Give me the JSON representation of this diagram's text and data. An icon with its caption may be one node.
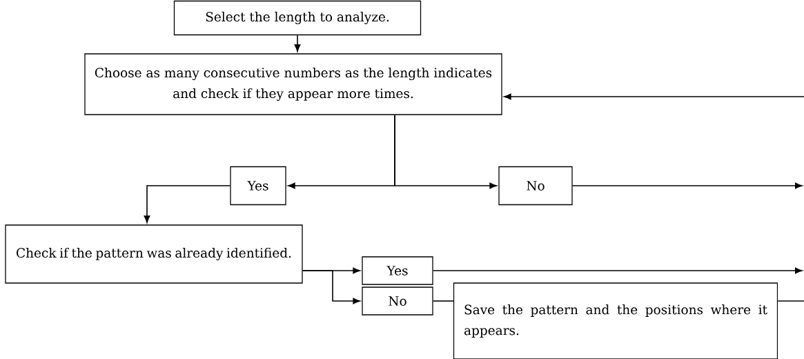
{
  "diagram": {
    "nodes": [
      {
        "text": [
          "Select the length to analyze."
        ]
      },
      {
        "text": [
          "Choose as many consecutive numbers as the length indicates and check if they appear more times."
        ]
      },
      {
        "text": [
          "Yes"
        ]
      },
      {
        "text": [
          "No"
        ]
      },
      {
        "text": [
          "Check if the pattern was already identified."
        ]
      },
      {
        "text": [
          "Yes"
        ]
      },
      {
        "text": [
          "No"
        ]
      },
      {
        "text": [
          "Save the pattern and the positions where it appears."
        ]
      }
    ],
    "edges": [
      {
        "from": 0,
        "to": 1,
        "arrow": "to"
      },
      {
        "from": 1,
        "to": 2,
        "arrow": "to"
      },
      {
        "from": 1,
        "to": 3,
        "arrow": "to"
      },
      {
        "from": null,
        "to": 1,
        "arrow": "to"
      },
      {
        "from": 3,
        "to": null,
        "arrow": "to"
      },
      {
        "from": 2,
        "to": 4,
        "arrow": "to"
      },
      {
        "from": 4,
        "to": 5,
        "arrow": "to"
      },
      {
        "from": 4,
        "to": 6,
        "arrow": "to"
      },
      {
        "from": 5,
        "to": null,
        "arrow": "to"
      },
      {
        "from": 6,
        "to": 7,
        "arrow": "none"
      },
      {
        "from": 7,
        "to": null,
        "arrow": "none"
      }
    ]
  }
}
